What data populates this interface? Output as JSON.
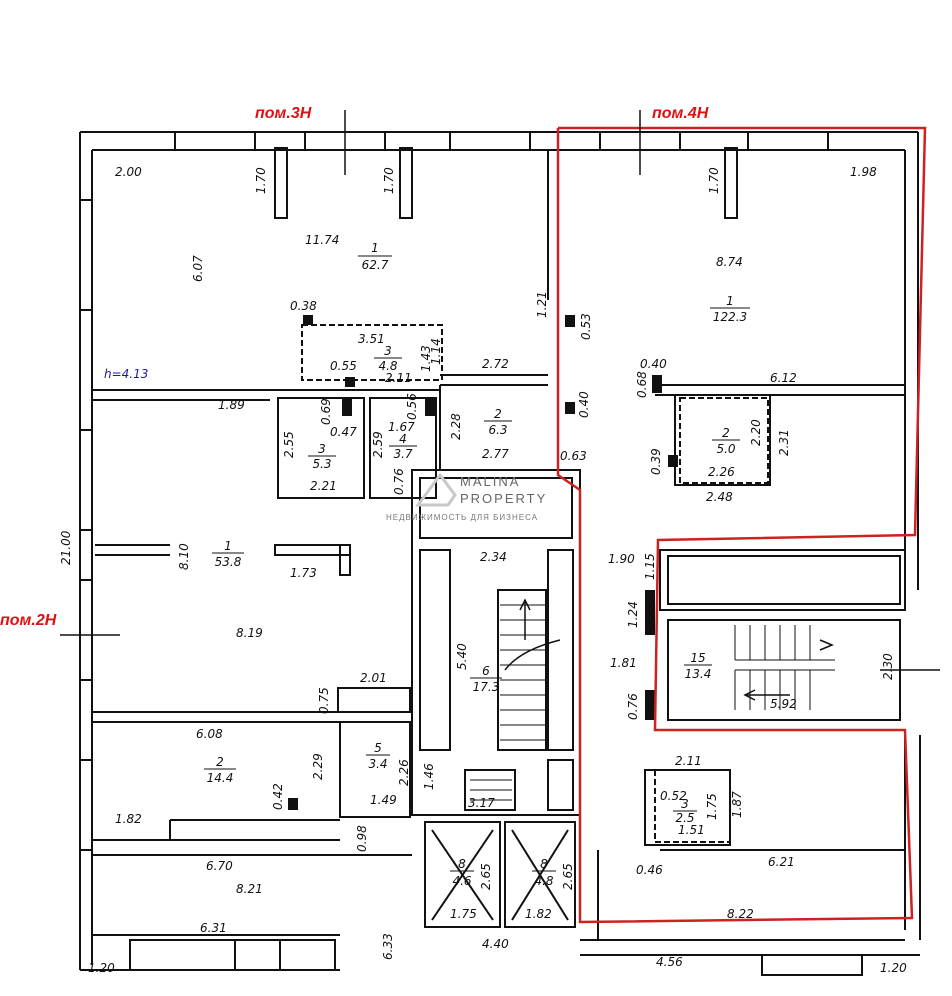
{
  "premises": {
    "p3": "пом.3Н",
    "p4": "пом.4Н",
    "p2": "пом.2Н"
  },
  "ceiling_height": "h=4.13",
  "watermark": {
    "brand_top": "MALINA",
    "brand_bottom": "PROPERTY",
    "tagline": "НЕДВИЖИМОСТЬ ДЛЯ БИЗНЕСА"
  },
  "rooms": [
    {
      "id": "r3n-1",
      "num": "1",
      "area": "62.7"
    },
    {
      "id": "r3n-3a",
      "num": "3",
      "area": "4.8"
    },
    {
      "id": "r3n-2",
      "num": "2",
      "area": "6.3"
    },
    {
      "id": "r2n-3",
      "num": "3",
      "area": "5.3"
    },
    {
      "id": "r2n-4",
      "num": "4",
      "area": "3.7"
    },
    {
      "id": "r2n-1",
      "num": "1",
      "area": "53.8"
    },
    {
      "id": "r-stair6",
      "num": "6",
      "area": "17.3"
    },
    {
      "id": "r2n-2",
      "num": "2",
      "area": "14.4"
    },
    {
      "id": "r2n-5",
      "num": "5",
      "area": "3.4"
    },
    {
      "id": "r-lift-a",
      "num": "8",
      "area": "4.6"
    },
    {
      "id": "r-lift-b",
      "num": "8",
      "area": "4.8"
    },
    {
      "id": "r4n-1",
      "num": "1",
      "area": "122.3"
    },
    {
      "id": "r4n-2",
      "num": "2",
      "area": "5.0"
    },
    {
      "id": "r-stair15",
      "num": "15",
      "area": "13.4"
    },
    {
      "id": "r4n-3",
      "num": "3",
      "area": "2.5"
    }
  ],
  "dims": {
    "d_200": "2.00",
    "d_170a": "1.70",
    "d_170b": "1.70",
    "d_170c": "1.70",
    "d_198": "1.98",
    "d_1174": "11.74",
    "d_607": "6.07",
    "d_874": "8.74",
    "d_121": "1.21",
    "d_053": "0.53",
    "d_038": "0.38",
    "d_351": "3.51",
    "d_114": "1.14",
    "d_143": "1.43",
    "d_055": "0.55",
    "d_211a": "2.11",
    "d_272": "2.72",
    "d_040a": "0.40",
    "d_068": "0.68",
    "d_612": "6.12",
    "d_040b": "0.40",
    "d_189": "1.89",
    "d_069": "0.69",
    "d_056": "0.56",
    "d_047": "0.47",
    "d_167": "1.67",
    "d_228": "2.28",
    "d_255": "2.55",
    "d_259": "2.59",
    "d_076a": "0.76",
    "d_221": "2.21",
    "d_277": "2.77",
    "d_063": "0.63",
    "d_039": "0.39",
    "d_220": "2.20",
    "d_231": "2.31",
    "d_226a": "2.26",
    "d_248": "2.48",
    "d_2100": "21.00",
    "d_810": "8.10",
    "d_173": "1.73",
    "d_234": "2.34",
    "d_190": "1.90",
    "d_115": "1.15",
    "d_124": "1.24",
    "d_540": "5.40",
    "d_181": "1.81",
    "d_230": "2.30",
    "d_819": "8.19",
    "d_201": "2.01",
    "d_075": "0.75",
    "d_076b": "0.76",
    "d_592": "5.92",
    "d_608": "6.08",
    "d_229": "2.29",
    "d_226b": "2.26",
    "d_211b": "2.11",
    "d_042": "0.42",
    "d_146": "1.46",
    "d_052": "0.52",
    "d_175": "1.75",
    "d_187": "1.87",
    "d_151": "1.51",
    "d_182a": "1.82",
    "d_149": "1.49",
    "d_317": "3.17",
    "d_098": "0.98",
    "d_670": "6.70",
    "d_265a": "2.65",
    "d_265b": "2.65",
    "d_046": "0.46",
    "d_621": "6.21",
    "d_821": "8.21",
    "d_175b": "1.75",
    "d_182b": "1.82",
    "d_822": "8.22",
    "d_631": "6.31",
    "d_633": "6.33",
    "d_440": "4.40",
    "d_456": "4.56",
    "d_120a": "1.20",
    "d_120b": "1.20"
  },
  "colors": {
    "wall": "#111111",
    "outline_4n": "#cc2222",
    "tag": "#dd1111",
    "height": "#1a1aa8"
  }
}
